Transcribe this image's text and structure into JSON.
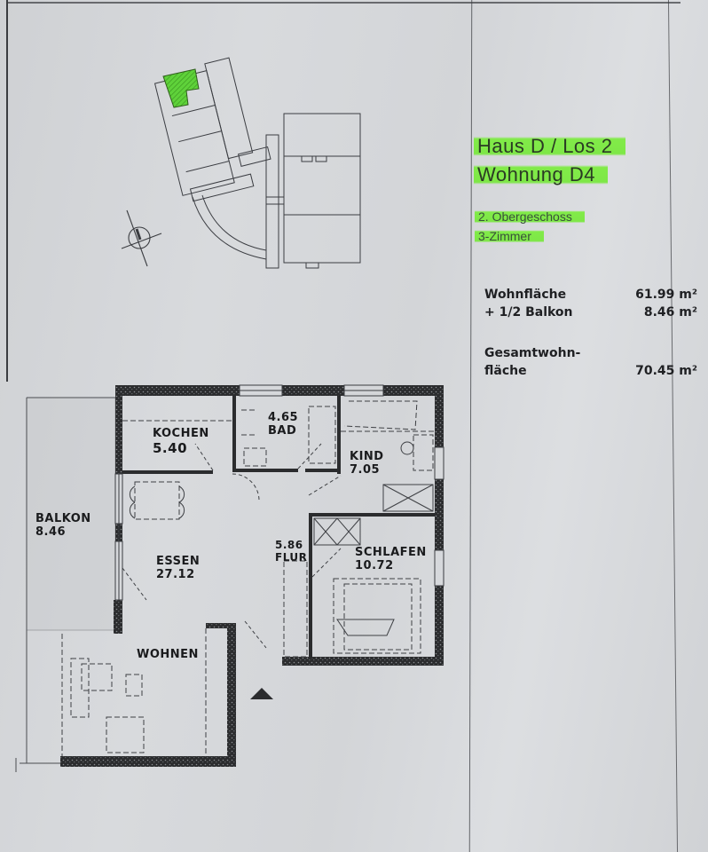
{
  "header": {
    "house_label": "Haus D / Los 2",
    "unit_label": "Wohnung  D4",
    "floor": "2. Obergeschoss",
    "rooms_count": "3-Zimmer"
  },
  "areas": {
    "rows": [
      {
        "label": "Wohnfläche",
        "value": "61.99 m²"
      },
      {
        "label": "+ 1/2 Balkon",
        "value": "8.46 m²"
      }
    ],
    "total_label_line1": "Gesamtwohn-",
    "total_label_line2": "fläche",
    "total_value": "70.45 m²"
  },
  "rooms": {
    "kochen": {
      "name": "KOCHEN",
      "area": "5.40"
    },
    "bad": {
      "name": "BAD",
      "area": "4.65"
    },
    "kind": {
      "name": "KIND",
      "area": "7.05"
    },
    "balkon": {
      "name": "BALKON",
      "area": "8.46"
    },
    "essen": {
      "name": "ESSEN",
      "area": "27.12"
    },
    "flur": {
      "name": "FLUR",
      "area": "5.86"
    },
    "schlafen": {
      "name": "SCHLAFEN",
      "area": "10.72"
    },
    "wohnen": {
      "name": "WOHNEN",
      "area": ""
    }
  },
  "icons": {
    "site_plan": "site-plan-icon",
    "north_arrow": "compass-icon",
    "entrance": "entrance-triangle-icon"
  },
  "colors": {
    "highlight": "#7aec3c",
    "paper": "#d5d7da",
    "ink": "#1d1f22",
    "wall": "#2b2c2e"
  }
}
